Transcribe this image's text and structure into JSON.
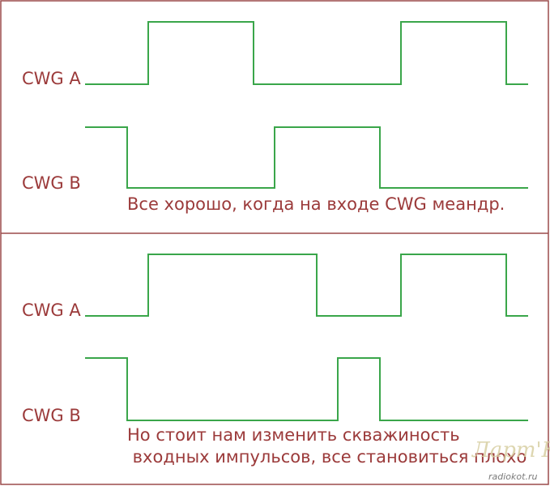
{
  "panels": [
    {
      "label_a": "CWG A",
      "label_b": "CWG B",
      "caption_lines": [
        "Все хорошо, когда на входе CWG меандр."
      ]
    },
    {
      "label_a": "CWG A",
      "label_b": "CWG B",
      "caption_lines": [
        "Но стоит нам изменить скважиность",
        " входных импульсов, все становиться плохо"
      ]
    }
  ],
  "watermark": {
    "logo_text": "Ларт'Кот",
    "site": "radiokot.ru"
  },
  "colors": {
    "text": "#9b3a3a",
    "signal": "#3aa64a",
    "frame": "#9b4a4a"
  }
}
